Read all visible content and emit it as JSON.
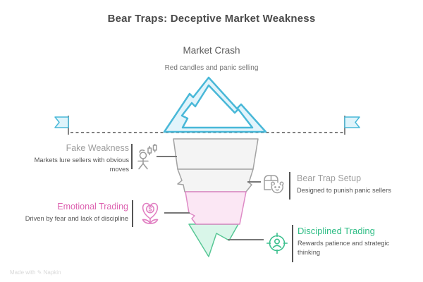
{
  "title": "Bear Traps: Deceptive Market Weakness",
  "header": {
    "heading": "Market Crash",
    "subtitle": "Red candles and panic selling"
  },
  "sections": {
    "fake_weakness": {
      "heading": "Fake Weakness",
      "description": "Markets lure sellers with obvious moves",
      "icon": "trader-figure-candlestick-icon",
      "heading_color": "#9d9d9d",
      "side": "left"
    },
    "bear_trap_setup": {
      "heading": "Bear Trap Setup",
      "description": "Designed to punish panic sellers",
      "icon": "bear-in-box-icon",
      "heading_color": "#9d9d9d",
      "side": "right"
    },
    "emotional_trading": {
      "heading": "Emotional Trading",
      "description": "Driven by fear and lack of discipline",
      "icon": "heart-dollar-plant-icon",
      "heading_color": "#dd62b0",
      "side": "left"
    },
    "disciplined_trading": {
      "heading": "Disciplined Trading",
      "description": "Rewards patience and strategic thinking",
      "icon": "person-target-icon",
      "heading_color": "#2fbd85",
      "side": "right"
    }
  },
  "icons": {
    "mountain": "mountain-peak-icon",
    "flag_left": "milestone-flag-left-icon",
    "flag_right": "milestone-flag-right-icon"
  },
  "colors": {
    "accent_teal": "#49b8d8",
    "teal_fill": "#e2f4fb",
    "funnel_gray_fill": "#f4f4f4",
    "funnel_gray_stroke": "#a3a3a3",
    "funnel_pink_fill": "#fbe7f4",
    "funnel_pink_stroke": "#de8ac6",
    "funnel_green_fill": "#d9f6e9",
    "funnel_green_stroke": "#57c795",
    "heading_gray": "#9d9d9d",
    "heading_pink": "#dd62b0",
    "heading_green": "#2fbd85",
    "body_text": "#555555",
    "title_text": "#4a4a4a",
    "waterline": "#555555"
  },
  "watermark": "Made with ✎ Napkin"
}
